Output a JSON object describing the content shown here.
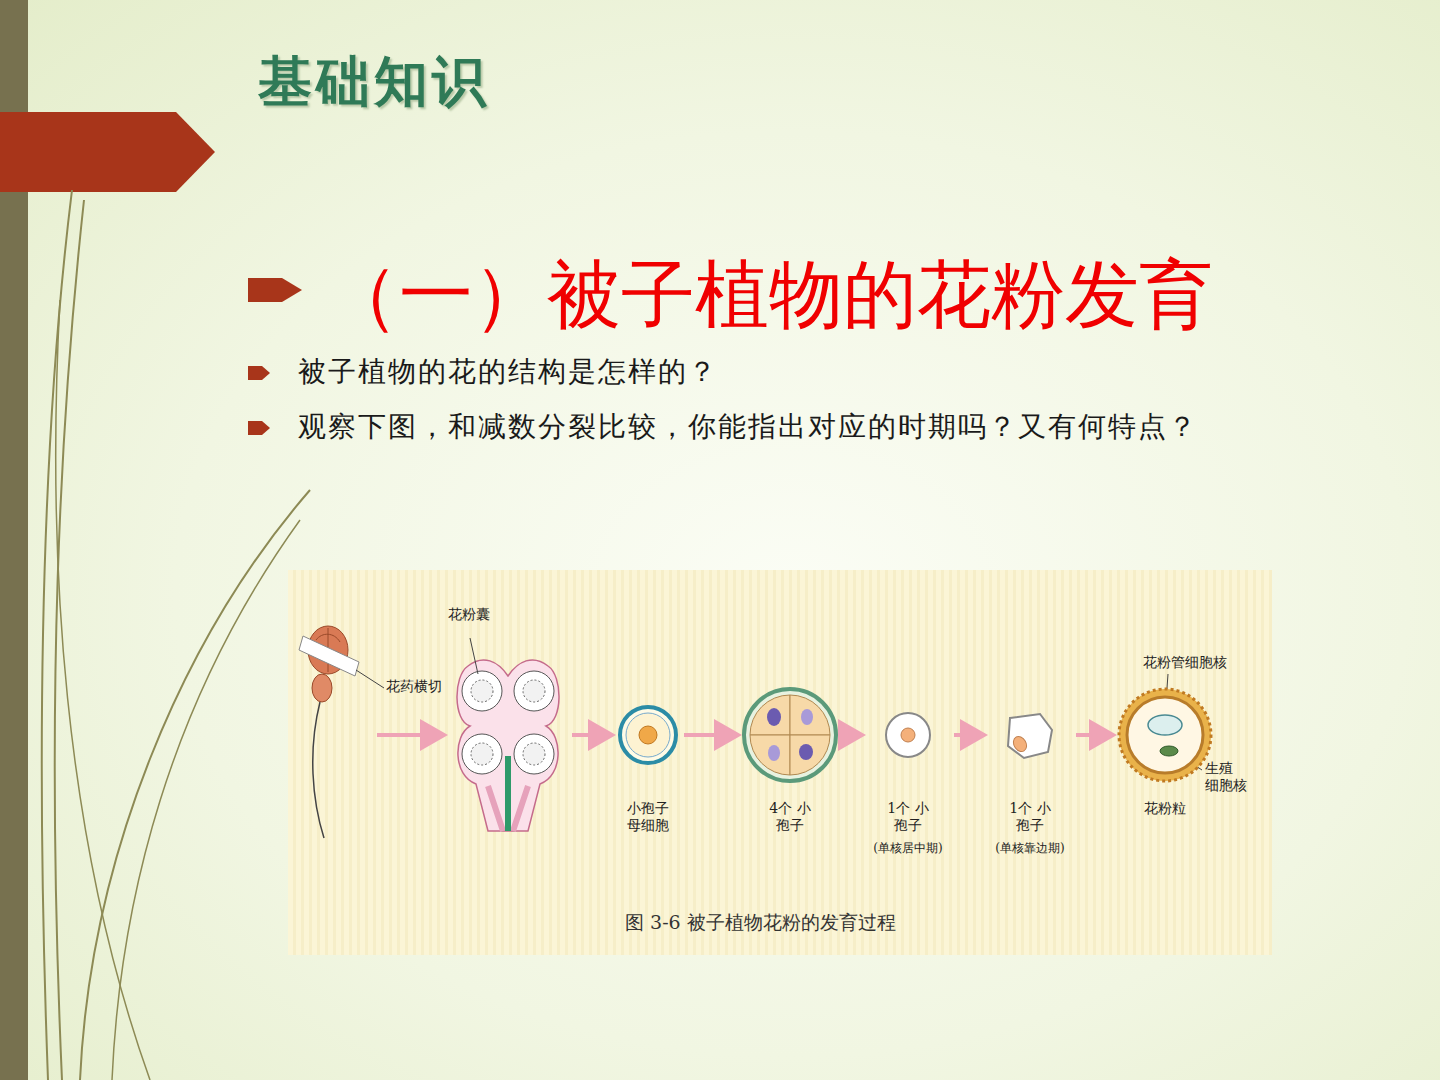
{
  "diagram": {
    "title": "基础知识",
    "caption": "图 3-6 被子植物花粉的发育过程",
    "nodes": [
      {
        "text": [
          "花药横切"
        ]
      },
      {
        "text": [
          "花粉囊"
        ]
      },
      {
        "text": [
          "小孢子 母细胞"
        ]
      },
      {
        "text": [
          "4个 小孢子"
        ]
      },
      {
        "text": [
          "1个 小孢子",
          "(单核居中期)"
        ]
      },
      {
        "text": [
          "1个 小孢子",
          "(单核靠边期)"
        ]
      },
      {
        "text": [
          "花粉粒"
        ]
      }
    ],
    "edges": [
      {
        "from": 0,
        "to": 1,
        "arrow": "to"
      },
      {
        "from": 1,
        "to": 2,
        "arrow": "to"
      },
      {
        "from": 2,
        "to": 3,
        "arrow": "to"
      },
      {
        "from": 3,
        "to": 4,
        "arrow": "to"
      },
      {
        "from": 4,
        "to": 5,
        "arrow": "to"
      },
      {
        "from": 5,
        "to": 6,
        "arrow": "to"
      }
    ],
    "labels": [
      "（一）被子植物的花粉发育",
      "被子植物的花的结构是怎样的？",
      "观察下图，和减数分裂比较，你能指出对应的时期吗？又有何特点？",
      "花粉管细胞核",
      "生殖 细胞核"
    ]
  }
}
